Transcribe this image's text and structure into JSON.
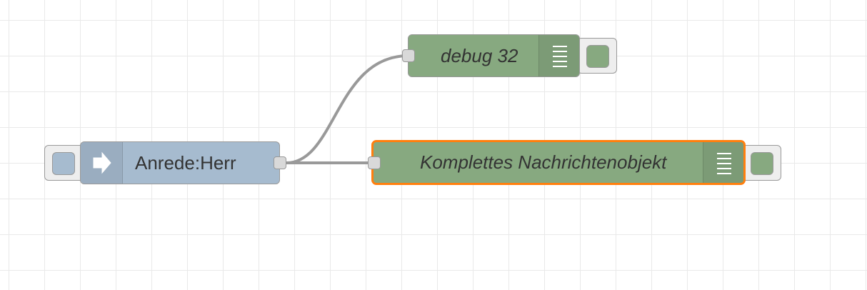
{
  "colors": {
    "inject_node": "#a6bbcf",
    "debug_node": "#87a980",
    "selected_border": "#ff7f0e",
    "wire": "#999999",
    "grid": "#e9e9e9"
  },
  "nodes": {
    "inject": {
      "label": "Anrede:Herr",
      "icon": "arrow-in-icon"
    },
    "debug_top": {
      "label": "debug 32",
      "icon": "debug-list-icon"
    },
    "debug_selected": {
      "label": "Komplettes Nachrichtenobjekt",
      "icon": "debug-list-icon",
      "selected": true
    }
  }
}
